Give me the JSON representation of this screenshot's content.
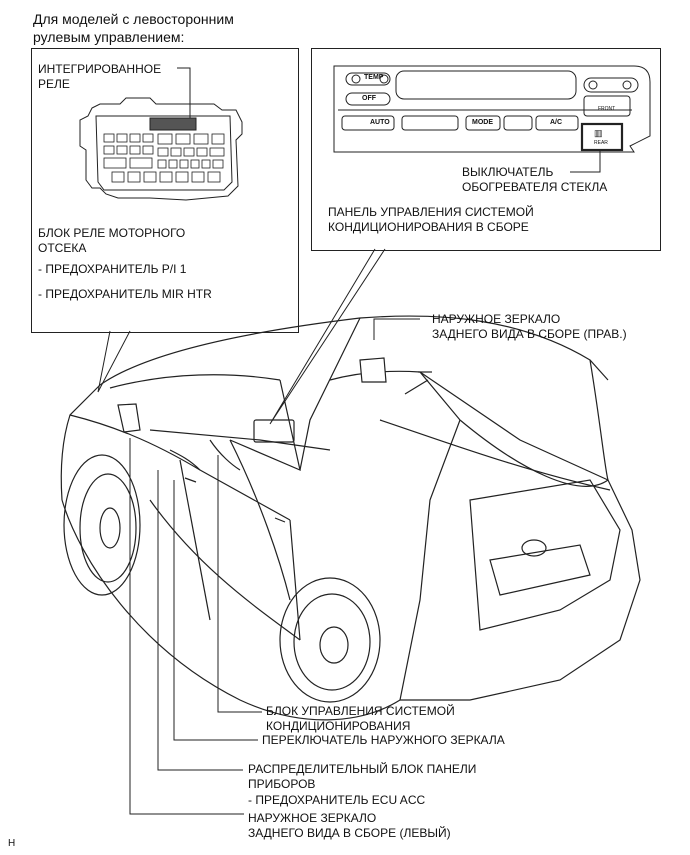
{
  "header": {
    "line1": "Для моделей с левосторонним",
    "line2": "рулевым управлением:"
  },
  "relay_box": {
    "integrated_relay_line1": "ИНТЕГРИРОВАННОЕ",
    "integrated_relay_line2": "РЕЛЕ",
    "block_line1": "БЛОК РЕЛЕ МОТОРНОГО",
    "block_line2": "ОТСЕКА",
    "fuse1": "- ПРЕДОХРАНИТЕЛЬ P/I 1",
    "fuse2": "- ПРЕДОХРАНИТЕЛЬ MIR HTR"
  },
  "ac_panel": {
    "temp": "TEMP",
    "off": "OFF",
    "auto": "AUTO",
    "mode": "MODE",
    "ac": "A/C",
    "front": "FRONT",
    "rear": "REAR",
    "switch_line1": "ВЫКЛЮЧАТЕЛЬ",
    "switch_line2": "ОБОГРЕВАТЕЛЯ СТЕКЛА",
    "panel_line1": "ПАНЕЛЬ УПРАВЛЕНИЯ СИСТЕМОЙ",
    "panel_line2": "КОНДИЦИОНИРОВАНИЯ В СБОРЕ"
  },
  "callouts": {
    "mirror_right_line1": "НАРУЖНОЕ ЗЕРКАЛО",
    "mirror_right_line2": "ЗАДНЕГО ВИДА В СБОРЕ (ПРАВ.)",
    "ac_ecu_line1": "БЛОК УПРАВЛЕНИЯ СИСТЕМОЙ",
    "ac_ecu_line2": "КОНДИЦИОНИРОВАНИЯ",
    "mirror_switch": "ПЕРЕКЛЮЧАТЕЛЬ НАРУЖНОГО ЗЕРКАЛА",
    "junction_line1": "РАСПРЕДЕЛИТЕЛЬНЫЙ БЛОК ПАНЕЛИ",
    "junction_line2": "ПРИБОРОВ",
    "junction_fuse": "- ПРЕДОХРАНИТЕЛЬ ECU ACC",
    "mirror_left_line1": "НАРУЖНОЕ ЗЕРКАЛО",
    "mirror_left_line2": "ЗАДНЕГО ВИДА В СБОРЕ (ЛЕВЫЙ)"
  },
  "footer": {
    "code": "H"
  }
}
